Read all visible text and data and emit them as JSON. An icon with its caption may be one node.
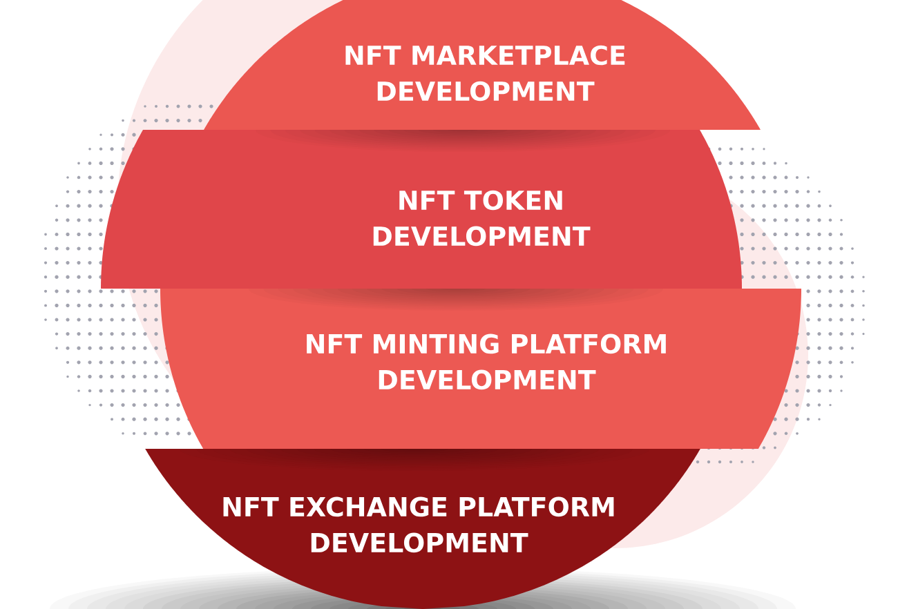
{
  "diagram": {
    "nodes": [
      {
        "text": [
          "NFT MARKETPLACE DEVELOPMENT"
        ]
      },
      {
        "text": [
          "NFT TOKEN DEVELOPMENT"
        ]
      },
      {
        "text": [
          "NFT MINTING PLATFORM DEVELOPMENT"
        ]
      },
      {
        "text": [
          "NFT EXCHANGE PLATFORM DEVELOPMENT"
        ]
      }
    ]
  }
}
